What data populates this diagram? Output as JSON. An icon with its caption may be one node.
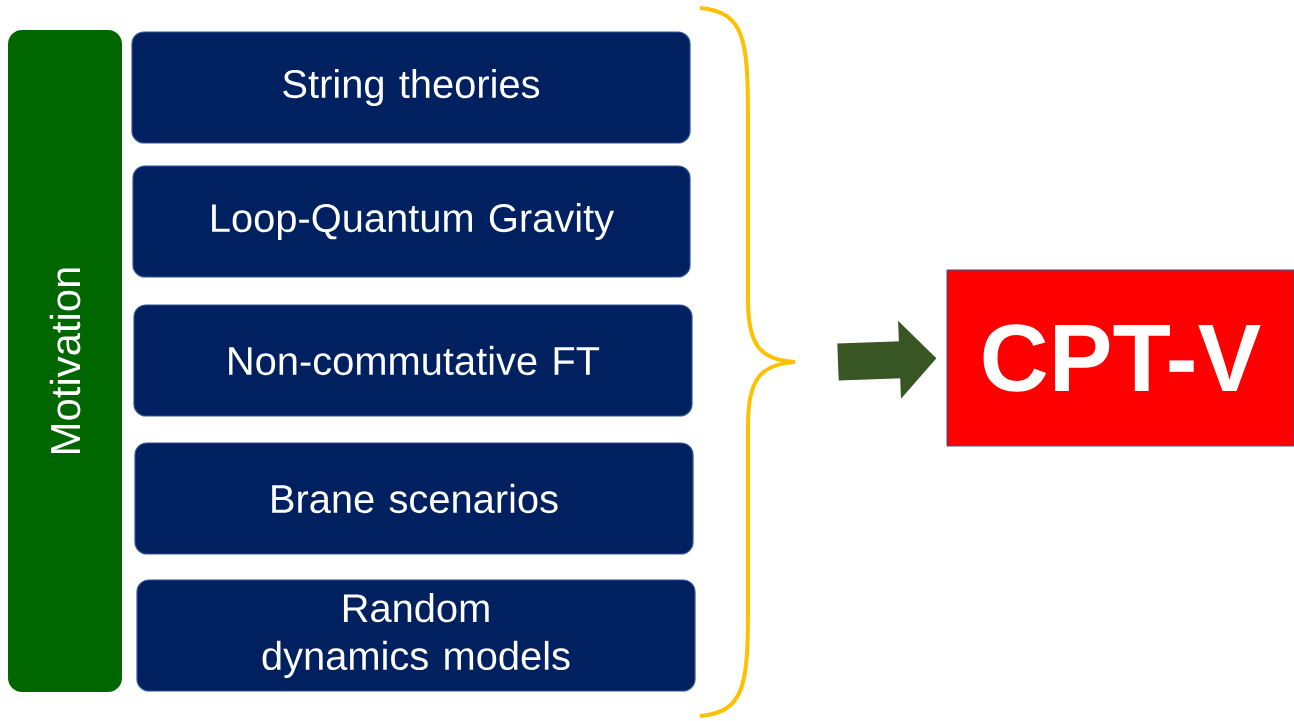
{
  "diagram": {
    "nodes": [
      {
        "text": [
          "Motivation"
        ]
      },
      {
        "text": [
          "String theories"
        ]
      },
      {
        "text": [
          "Loop-Quantum Gravity"
        ]
      },
      {
        "text": [
          "Non-commutative FT"
        ]
      },
      {
        "text": [
          "Brane scenarios"
        ]
      },
      {
        "text": [
          "Random dynamics models"
        ]
      },
      {
        "text": [
          "CPT-V"
        ]
      }
    ],
    "edges": [
      {
        "from": null,
        "to": 6,
        "arrow": "to"
      }
    ]
  }
}
